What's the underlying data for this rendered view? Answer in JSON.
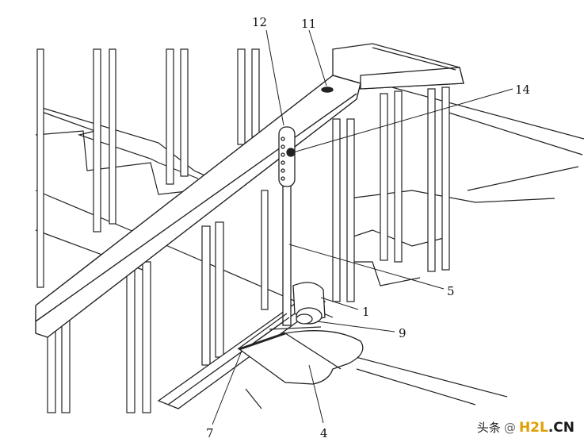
{
  "labels": [
    {
      "id": "12",
      "text": "12"
    },
    {
      "id": "11",
      "text": "11"
    },
    {
      "id": "14",
      "text": "14"
    },
    {
      "id": "5",
      "text": "5"
    },
    {
      "id": "1",
      "text": "1"
    },
    {
      "id": "9",
      "text": "9"
    },
    {
      "id": "7",
      "text": "7"
    },
    {
      "id": "4",
      "text": "4"
    }
  ],
  "watermark": {
    "prefix": "头条",
    "at": "@",
    "brand_h2": "H2L",
    "brand_rest": ".CN"
  }
}
